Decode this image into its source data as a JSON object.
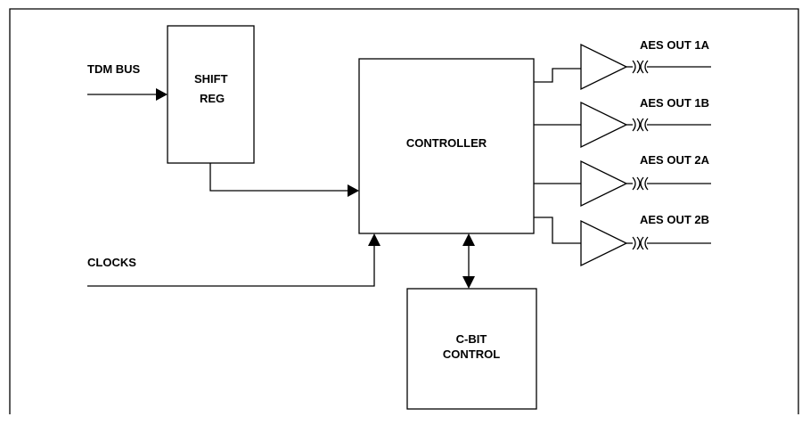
{
  "inputs": {
    "tdm_bus": "TDM BUS",
    "clocks": "CLOCKS"
  },
  "blocks": {
    "shift_reg": [
      "SHIFT",
      "REG"
    ],
    "controller": "CONTROLLER",
    "cbit_control": [
      "C-BIT",
      "CONTROL"
    ]
  },
  "outputs": [
    "AES OUT 1A",
    "AES OUT 1B",
    "AES OUT 2A",
    "AES OUT 2B"
  ]
}
